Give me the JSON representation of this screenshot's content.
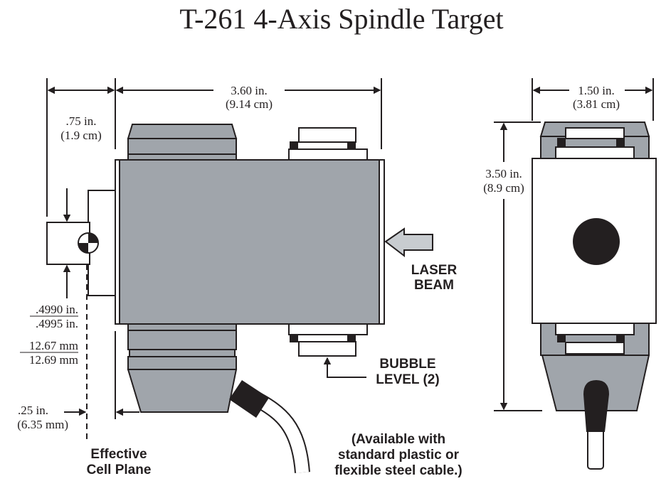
{
  "title": "T-261 4-Axis Spindle Target",
  "dimensions": {
    "offset_in": ".75 in.",
    "offset_cm": "(1.9 cm)",
    "length_in": "3.60 in.",
    "length_cm": "(9.14 cm)",
    "shaft_in_max": ".4990 in.",
    "shaft_in_min": ".4995 in.",
    "shaft_mm_max": "12.67 mm",
    "shaft_mm_min": "12.69 mm",
    "plane_in": ".25 in.",
    "plane_mm": "(6.35 mm)",
    "width_in": "1.50 in.",
    "width_cm": "(3.81 cm)",
    "height_in": "3.50 in.",
    "height_cm": "(8.9 cm)"
  },
  "labels": {
    "laser_1": "LASER",
    "laser_2": "BEAM",
    "bubble_1": "BUBBLE",
    "bubble_2": "LEVEL (2)",
    "plane_1": "Effective",
    "plane_2": "Cell Plane",
    "cable_1": "(Available with",
    "cable_2": "standard plastic or",
    "cable_3": "flexible steel cable.)"
  },
  "colors": {
    "body": "#a0a5ab",
    "laser_arrow": "#c8ccd0",
    "ink": "#231f20"
  }
}
